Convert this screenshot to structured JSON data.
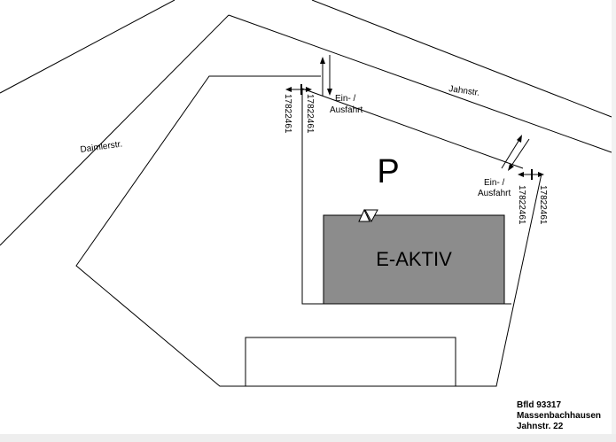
{
  "streets": {
    "daimler": "Daimlerstr.",
    "jahn": "Jahnstr."
  },
  "parking": {
    "symbol": "P"
  },
  "store": {
    "name": "E-AKTIV"
  },
  "entrances": [
    {
      "line1": "Ein- /",
      "line2": "Ausfahrt"
    },
    {
      "line1": "Ein- /",
      "line2": "Ausfahrt"
    }
  ],
  "ids": [
    "17822461",
    "17822461",
    "17822461",
    "17822461"
  ],
  "info": {
    "line1": "Bfld 93317",
    "line2": "Massenbachhausen",
    "line3": "Jahnstr. 22"
  },
  "colors": {
    "building": "#8c8c8c",
    "line": "#000000",
    "background": "#ffffff"
  }
}
